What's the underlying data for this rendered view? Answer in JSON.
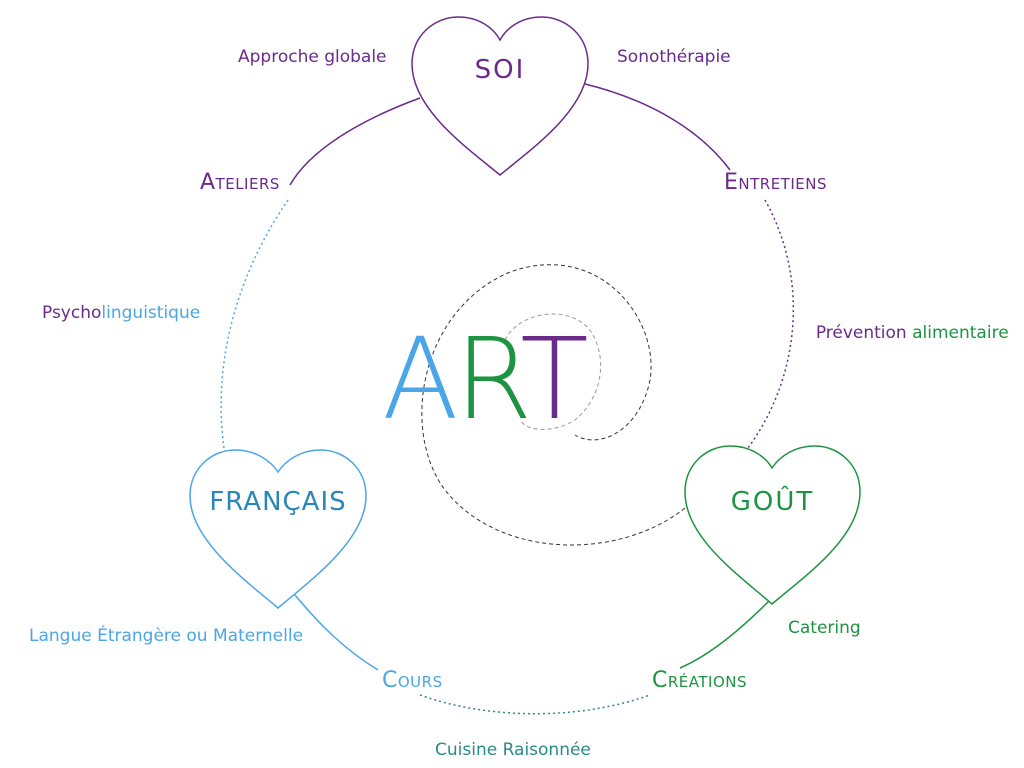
{
  "center": {
    "a": "A",
    "r": "R",
    "t": "T"
  },
  "hearts": {
    "soi": "SOI",
    "francais": "FRANÇAIS",
    "gout": "GOÛT"
  },
  "nodes": {
    "ateliers": "Ateliers",
    "entretiens": "Entretiens",
    "cours": "Cours",
    "creations": "Créations"
  },
  "labels": {
    "approche_globale": "Approche globale",
    "sonotherapie": "Sonothérapie",
    "psycho": "Psycho",
    "linguistique": "linguistique",
    "prevention": "Prévention ",
    "alimentaire": "alimentaire",
    "langue": "Langue Étrangère ou Maternelle",
    "catering": "Catering",
    "cuisine": "Cuisine Raisonnée"
  },
  "colors": {
    "purple": "#6a2a8a",
    "blue": "#4aa6e8",
    "green": "#1d9441",
    "teal": "#2a8a8a",
    "grey": "#555555"
  }
}
